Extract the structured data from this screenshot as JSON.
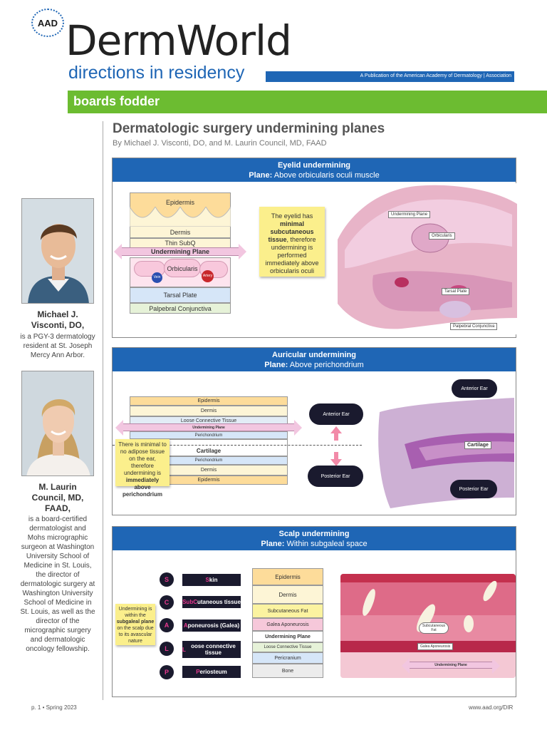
{
  "masthead": {
    "logo": "AAD",
    "title": "DermWorld",
    "subtitle": "directions in residency",
    "publication": "A Publication of the American Academy of Dermatology | Association",
    "section_banner": "boards fodder"
  },
  "article": {
    "title": "Dermatologic surgery undermining planes",
    "byline": "By Michael J. Visconti, DO, and M. Laurin Council, MD, FAAD"
  },
  "eyelid": {
    "heading": "Eyelid undermining",
    "plane_label": "Plane:",
    "plane_value": "Above orbicularis oculi muscle",
    "layers": [
      "Epidermis",
      "Dermis",
      "Thin SubQ",
      "Undermining Plane",
      "Orbicularis",
      "Vein",
      "Artery",
      "Tarsal Plate",
      "Palpebral Conjunctiva"
    ],
    "note_pre": "The eyelid has",
    "note_bold": "minimal subcutaneous tissue",
    "note_post": ", therefore undermining is performed immediately above orbicularis oculi",
    "histo_tags": [
      "Undermining Plane",
      "Orbicularis",
      "Tarsal Plate",
      "Palpebral Conjunctiva"
    ]
  },
  "auricular": {
    "heading": "Auricular undermining",
    "plane_label": "Plane:",
    "plane_value": "Above perichondrium",
    "layers": [
      "Epidermis",
      "Dermis",
      "Loose Connective Tissue",
      "Undermining Plane",
      "Perichondrium",
      "Cartilage",
      "Perichondrium",
      "Dermis",
      "Epidermis"
    ],
    "note_pre": "There is minimal to no adipose tissue on the ear, therefore undermining is",
    "note_bold": "immediately above perichondrium",
    "bubbles": [
      "Anterior Ear",
      "Posterior Ear"
    ],
    "histo_tags": [
      "Anterior Ear",
      "Cartilage",
      "Posterior Ear"
    ]
  },
  "scalp": {
    "heading": "Scalp undermining",
    "plane_label": "Plane:",
    "plane_value": "Within subgaleal space",
    "mnemonic": [
      {
        "letter": "S",
        "hl": "S",
        "rest": "kin"
      },
      {
        "letter": "C",
        "hl": "SubC",
        "rest": "utaneous tissue"
      },
      {
        "letter": "A",
        "hl": "A",
        "rest": "poneurosis (Galea)"
      },
      {
        "letter": "L",
        "hl": "L",
        "rest": "oose connective tissue"
      },
      {
        "letter": "P",
        "hl": "P",
        "rest": "eriosteum"
      }
    ],
    "note_pre": "Undermining is within the",
    "note_bold": "subgaleal plane",
    "note_post": "on the scalp due to its avascular nature",
    "layers": [
      "Epidermis",
      "Dermis",
      "Subcutaneous Fat",
      "Galea Aponeurosis",
      "Undermining Plane",
      "Loose Connective Tissue",
      "Pericranium",
      "Bone"
    ],
    "histo_tags": [
      "Subcutaneous Fat",
      "Galea Aponeurosis",
      "Undermining Plane"
    ]
  },
  "authors": [
    {
      "name": "Michael J. Visconti, DO,",
      "bio": "is a PGY-3 dermatology resident at St. Joseph Mercy Ann Arbor."
    },
    {
      "name": "M. Laurin Council, MD, FAAD,",
      "bio": "is a board-certified dermatologist and Mohs micrographic surgeon at Washington University School of Medicine in St. Louis, the director of dermatologic surgery at Washington University School of Medicine in St. Louis, as well as the director of the micrographic surgery and dermatologic oncology fellowship."
    }
  ],
  "footer": {
    "left": "p. 1 • Spring 2023",
    "right": "www.aad.org/DIR"
  }
}
